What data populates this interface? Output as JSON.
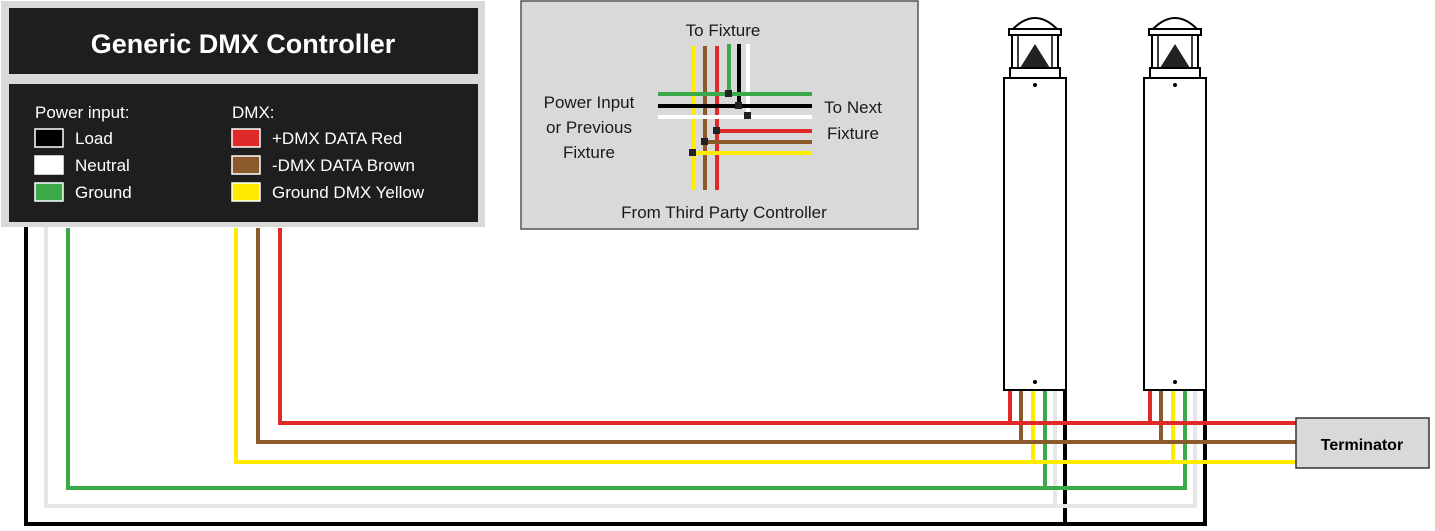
{
  "controller": {
    "title": "Generic DMX Controller",
    "power_heading": "Power input:",
    "dmx_heading": "DMX:",
    "power_legend": [
      {
        "label": "Load",
        "color": "#000000"
      },
      {
        "label": "Neutral",
        "color": "#ffffff"
      },
      {
        "label": "Ground",
        "color": "#3aaa4a"
      }
    ],
    "dmx_legend": [
      {
        "label": "+DMX DATA Red",
        "color": "#e02a2a"
      },
      {
        "label": "-DMX DATA Brown",
        "color": "#8b5a2b"
      },
      {
        "label": "Ground DMX Yellow",
        "color": "#ffeb00"
      }
    ]
  },
  "inset": {
    "to_fixture": "To Fixture",
    "power_input_lines": [
      "Power Input",
      "or Previous",
      "Fixture"
    ],
    "to_next_lines": [
      "To Next",
      "Fixture"
    ],
    "from_controller": "From Third Party Controller"
  },
  "terminator": {
    "label": "Terminator"
  },
  "colors": {
    "load": "#000000",
    "neutral": "#e6e6e6",
    "ground": "#3aaa4a",
    "dmx_pos": "#e02a2a",
    "dmx_neg": "#8b5a2b",
    "dmx_ground": "#ffeb00",
    "controller_bg": "#1e1e1e",
    "inset_bg": "#d9d9d9",
    "terminator_bg": "#d9d9d9"
  },
  "fixture_count": 2
}
